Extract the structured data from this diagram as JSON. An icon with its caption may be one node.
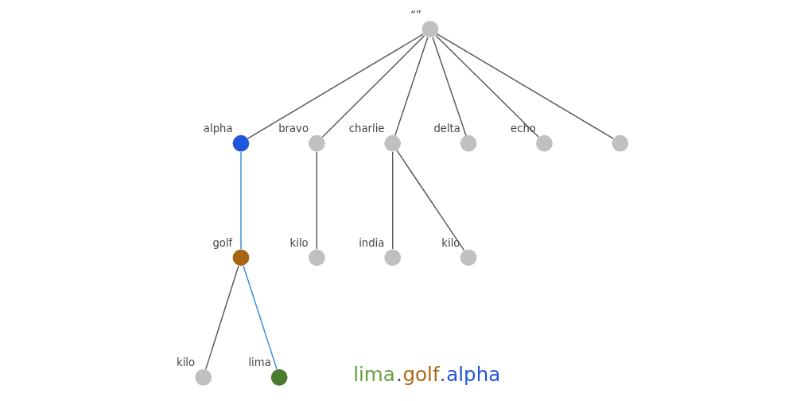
{
  "diagram": {
    "nodes": [
      {
        "text": [],
        "shape": "circle",
        "beside": [
          "“”"
        ]
      },
      {
        "text": [],
        "shape": "circle",
        "beside": [
          "alpha"
        ]
      },
      {
        "text": [],
        "shape": "circle",
        "beside": [
          "bravo"
        ]
      },
      {
        "text": [],
        "shape": "circle",
        "beside": [
          "charlie"
        ]
      },
      {
        "text": [],
        "shape": "circle",
        "beside": [
          "delta"
        ]
      },
      {
        "text": [],
        "shape": "circle",
        "beside": [
          "echo"
        ]
      },
      {
        "text": [],
        "shape": "circle"
      },
      {
        "text": [],
        "shape": "circle",
        "beside": [
          "golf"
        ]
      },
      {
        "text": [],
        "shape": "circle",
        "beside": [
          "kilo"
        ]
      },
      {
        "text": [],
        "shape": "circle",
        "beside": [
          "india"
        ]
      },
      {
        "text": [],
        "shape": "circle",
        "beside": [
          "kilo"
        ]
      },
      {
        "text": [],
        "shape": "circle",
        "beside": [
          "kilo"
        ]
      },
      {
        "text": [],
        "shape": "circle",
        "beside": [
          "lima"
        ]
      }
    ],
    "edges": [
      {
        "from": 0,
        "to": 1,
        "arrow": "none"
      },
      {
        "from": 0,
        "to": 2,
        "arrow": "none"
      },
      {
        "from": 0,
        "to": 3,
        "arrow": "none"
      },
      {
        "from": 0,
        "to": 4,
        "arrow": "none"
      },
      {
        "from": 0,
        "to": 5,
        "arrow": "none"
      },
      {
        "from": 0,
        "to": 6,
        "arrow": "none"
      },
      {
        "from": 1,
        "to": 7,
        "arrow": "none",
        "color": "#3388dd"
      },
      {
        "from": 2,
        "to": 8,
        "arrow": "none"
      },
      {
        "from": 3,
        "to": 9,
        "arrow": "none"
      },
      {
        "from": 3,
        "to": 10,
        "arrow": "none"
      },
      {
        "from": 7,
        "to": 11,
        "arrow": "none"
      },
      {
        "from": 7,
        "to": 12,
        "arrow": "none",
        "color": "#3388dd"
      }
    ],
    "labels": [
      "lima.golf.alpha"
    ]
  }
}
